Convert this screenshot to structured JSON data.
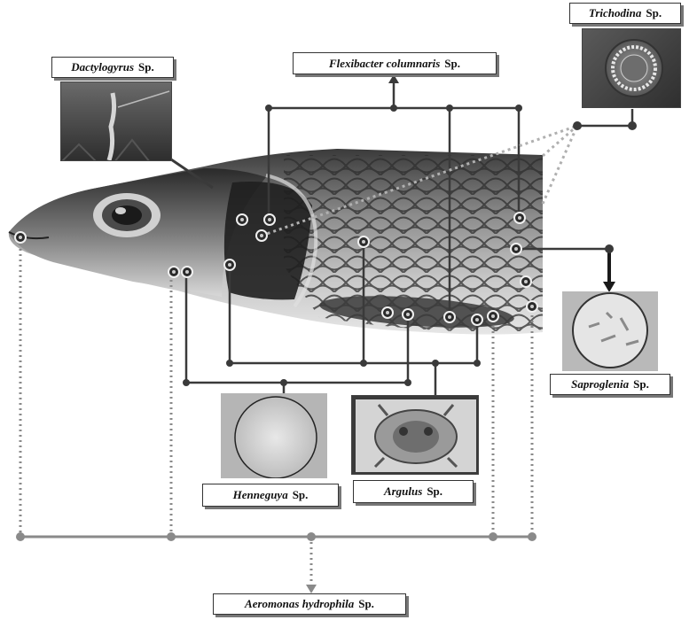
{
  "organisms": {
    "trichodina": {
      "genus": "Trichodina",
      "suffix": "Sp."
    },
    "flexibacter": {
      "genus": "Flexibacter columnaris",
      "suffix": "Sp."
    },
    "dactylogyrus": {
      "genus": "Dactylogyrus",
      "suffix": "Sp."
    },
    "saproglenia": {
      "genus": "Saproglenia",
      "suffix": "Sp."
    },
    "henneguya": {
      "genus": "Henneguya",
      "suffix": "Sp."
    },
    "argulus": {
      "genus": "Argulus",
      "suffix": "Sp."
    },
    "aeromonas": {
      "genus": "Aeromonas hydrophila",
      "suffix": "Sp."
    }
  },
  "colors": {
    "line": "#3a3a3a",
    "dotted": "#8a8a8a",
    "fish_dark": "#2b2b2b",
    "fish_mid": "#6e6e6e",
    "fish_light": "#c9c9c9"
  }
}
